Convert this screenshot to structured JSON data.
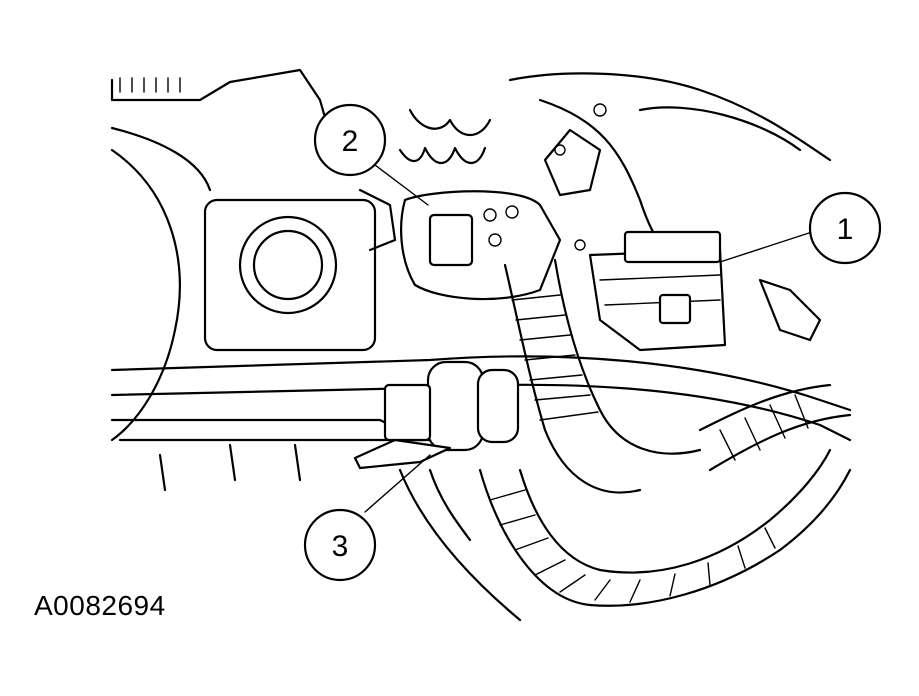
{
  "figure": {
    "id_label": "A0082694",
    "callouts": [
      {
        "number": "1"
      },
      {
        "number": "2"
      },
      {
        "number": "3"
      }
    ]
  }
}
